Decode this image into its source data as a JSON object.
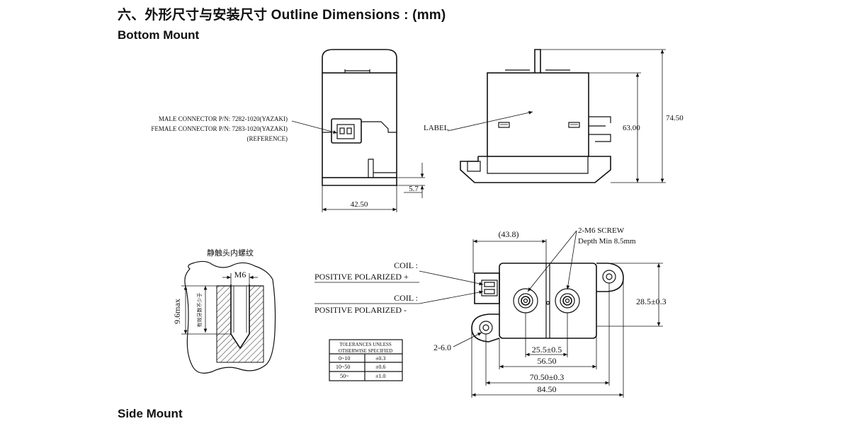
{
  "header": {
    "title": "六、外形尺寸与安装尺寸 Outline Dimensions : (mm)",
    "bottom_mount": "Bottom Mount",
    "side_mount": "Side Mount"
  },
  "front_view": {
    "connector_lines": [
      "MALE CONNECTOR P/N: 7282-1020(YAZAKI)",
      "FEMALE CONNECTOR P/N: 7283-1020(YAZAKI)",
      "(REFERENCE)"
    ],
    "width_dim": "42.50",
    "foot_dim": "5.7"
  },
  "side_view": {
    "label": "LABEL",
    "height_total": "74.50",
    "height_body": "63.00"
  },
  "detail_view": {
    "title": "静触头内螺纹",
    "thread": "M6",
    "depth": "9.6max",
    "effective": "有效牙数不少于"
  },
  "top_view": {
    "coil_pos_1": "COIL :",
    "coil_pos_2": "POSITIVE POLARIZED +",
    "coil_neg_1": "COIL :",
    "coil_neg_2": "POSITIVE POLARIZED -",
    "screw_1": "2-M6 SCREW",
    "screw_2": "Depth Min 8.5mm",
    "dim_top": "(43.8)",
    "dim_height": "28.5±0.3",
    "hole": "2-6.0",
    "dim_1": "25.5±0.5",
    "dim_2": "56.50",
    "dim_3": "70.50±0.3",
    "dim_4": "84.50"
  },
  "tolerance_table": {
    "title_1": "TOLERANCES UNLESS",
    "title_2": "OTHERWISE SPECIFIED",
    "rows": [
      {
        "range": "0~10",
        "tol": "±0.3"
      },
      {
        "range": "10~50",
        "tol": "±0.6"
      },
      {
        "range": "50~",
        "tol": "±1.0"
      }
    ]
  }
}
